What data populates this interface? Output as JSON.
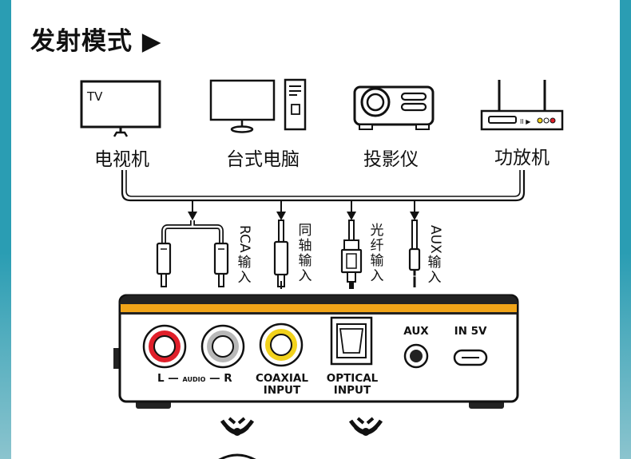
{
  "title": "发射模式 ▶",
  "devices": {
    "tv": {
      "name": "电视机",
      "screen_text": "TV"
    },
    "desktop": {
      "name": "台式电脑"
    },
    "projector": {
      "name": "投影仪"
    },
    "amplifier": {
      "name": "功放机"
    }
  },
  "inputs": {
    "rca": {
      "prefix": "RCA",
      "suffix": "输入",
      "suffix_chars": [
        "输",
        "入"
      ]
    },
    "coaxial": {
      "chars": [
        "同",
        "轴",
        "输",
        "入"
      ]
    },
    "optical": {
      "chars": [
        "光",
        "纤",
        "输",
        "入"
      ]
    },
    "aux": {
      "prefix": "AUX",
      "suffix_chars": [
        "输",
        "入"
      ]
    }
  },
  "box": {
    "aux_label": "AUX",
    "power_label": "IN 5V",
    "audio_l": "L",
    "audio_mid": "AUDIO",
    "audio_r": "R",
    "coaxial_line1": "COAXIAL",
    "coaxial_line2": "INPUT",
    "optical_line1": "OPTICAL",
    "optical_line2": "INPUT"
  },
  "colors": {
    "band": "#2a9db3",
    "orange_stripe": "#f0a418",
    "rca_left": "#e01f2a",
    "rca_right": "#b8b8b8",
    "coaxial": "#f2d21c"
  }
}
